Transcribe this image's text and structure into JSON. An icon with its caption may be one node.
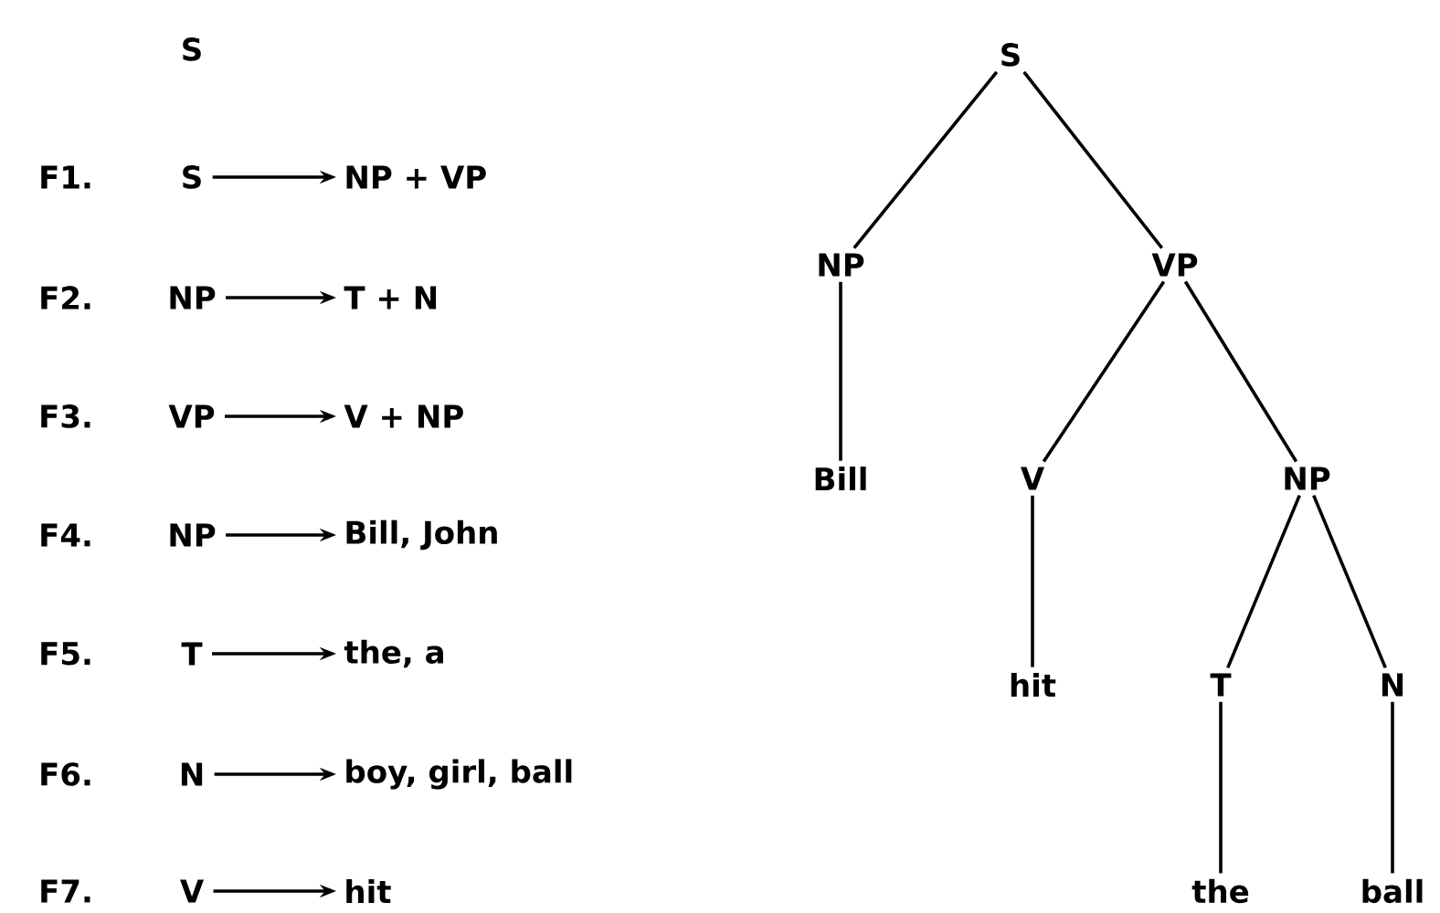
{
  "diagram": {
    "nodes": [
      {
        "text": [
          "S"
        ]
      },
      {
        "text": [
          "NP + VP"
        ]
      },
      {
        "text": [
          "NP"
        ]
      },
      {
        "text": [
          "T + N"
        ]
      },
      {
        "text": [
          "VP"
        ]
      },
      {
        "text": [
          "V + NP"
        ]
      },
      {
        "text": [
          "NP"
        ]
      },
      {
        "text": [
          "Bill, John"
        ]
      },
      {
        "text": [
          "T"
        ]
      },
      {
        "text": [
          "the, a"
        ]
      },
      {
        "text": [
          "N"
        ]
      },
      {
        "text": [
          "boy, girl, ball"
        ]
      },
      {
        "text": [
          "V"
        ]
      },
      {
        "text": [
          "hit"
        ]
      },
      {
        "text": [
          "S"
        ]
      },
      {
        "text": [
          "NP"
        ]
      },
      {
        "text": [
          "VP"
        ]
      },
      {
        "text": [
          "Bill"
        ]
      },
      {
        "text": [
          "V"
        ]
      },
      {
        "text": [
          "NP"
        ]
      },
      {
        "text": [
          "hit"
        ]
      },
      {
        "text": [
          "T"
        ]
      },
      {
        "text": [
          "N"
        ]
      },
      {
        "text": [
          "the"
        ]
      },
      {
        "text": [
          "ball"
        ]
      }
    ],
    "edges": [
      {
        "from": 0,
        "to": 1,
        "arrow": "to"
      },
      {
        "from": 2,
        "to": 3,
        "arrow": "to"
      },
      {
        "from": 4,
        "to": 5,
        "arrow": "to"
      },
      {
        "from": 6,
        "to": 7,
        "arrow": "to"
      },
      {
        "from": 8,
        "to": 9,
        "arrow": "to"
      },
      {
        "from": 10,
        "to": 11,
        "arrow": "to"
      },
      {
        "from": 12,
        "to": 13,
        "arrow": "to"
      },
      {
        "from": 14,
        "to": 15,
        "arrow": "none"
      },
      {
        "from": 14,
        "to": 16,
        "arrow": "none"
      },
      {
        "from": 15,
        "to": 17,
        "arrow": "none"
      },
      {
        "from": 16,
        "to": 18,
        "arrow": "none"
      },
      {
        "from": 16,
        "to": 19,
        "arrow": "none"
      },
      {
        "from": 18,
        "to": 20,
        "arrow": "none"
      },
      {
        "from": 19,
        "to": 21,
        "arrow": "none"
      },
      {
        "from": 19,
        "to": 22,
        "arrow": "none"
      },
      {
        "from": 21,
        "to": 23,
        "arrow": "none"
      },
      {
        "from": 22,
        "to": 24,
        "arrow": "none"
      }
    ],
    "labels": [
      "S",
      "F1.",
      "F2.",
      "F3.",
      "F4.",
      "F5.",
      "F6.",
      "F7."
    ]
  }
}
